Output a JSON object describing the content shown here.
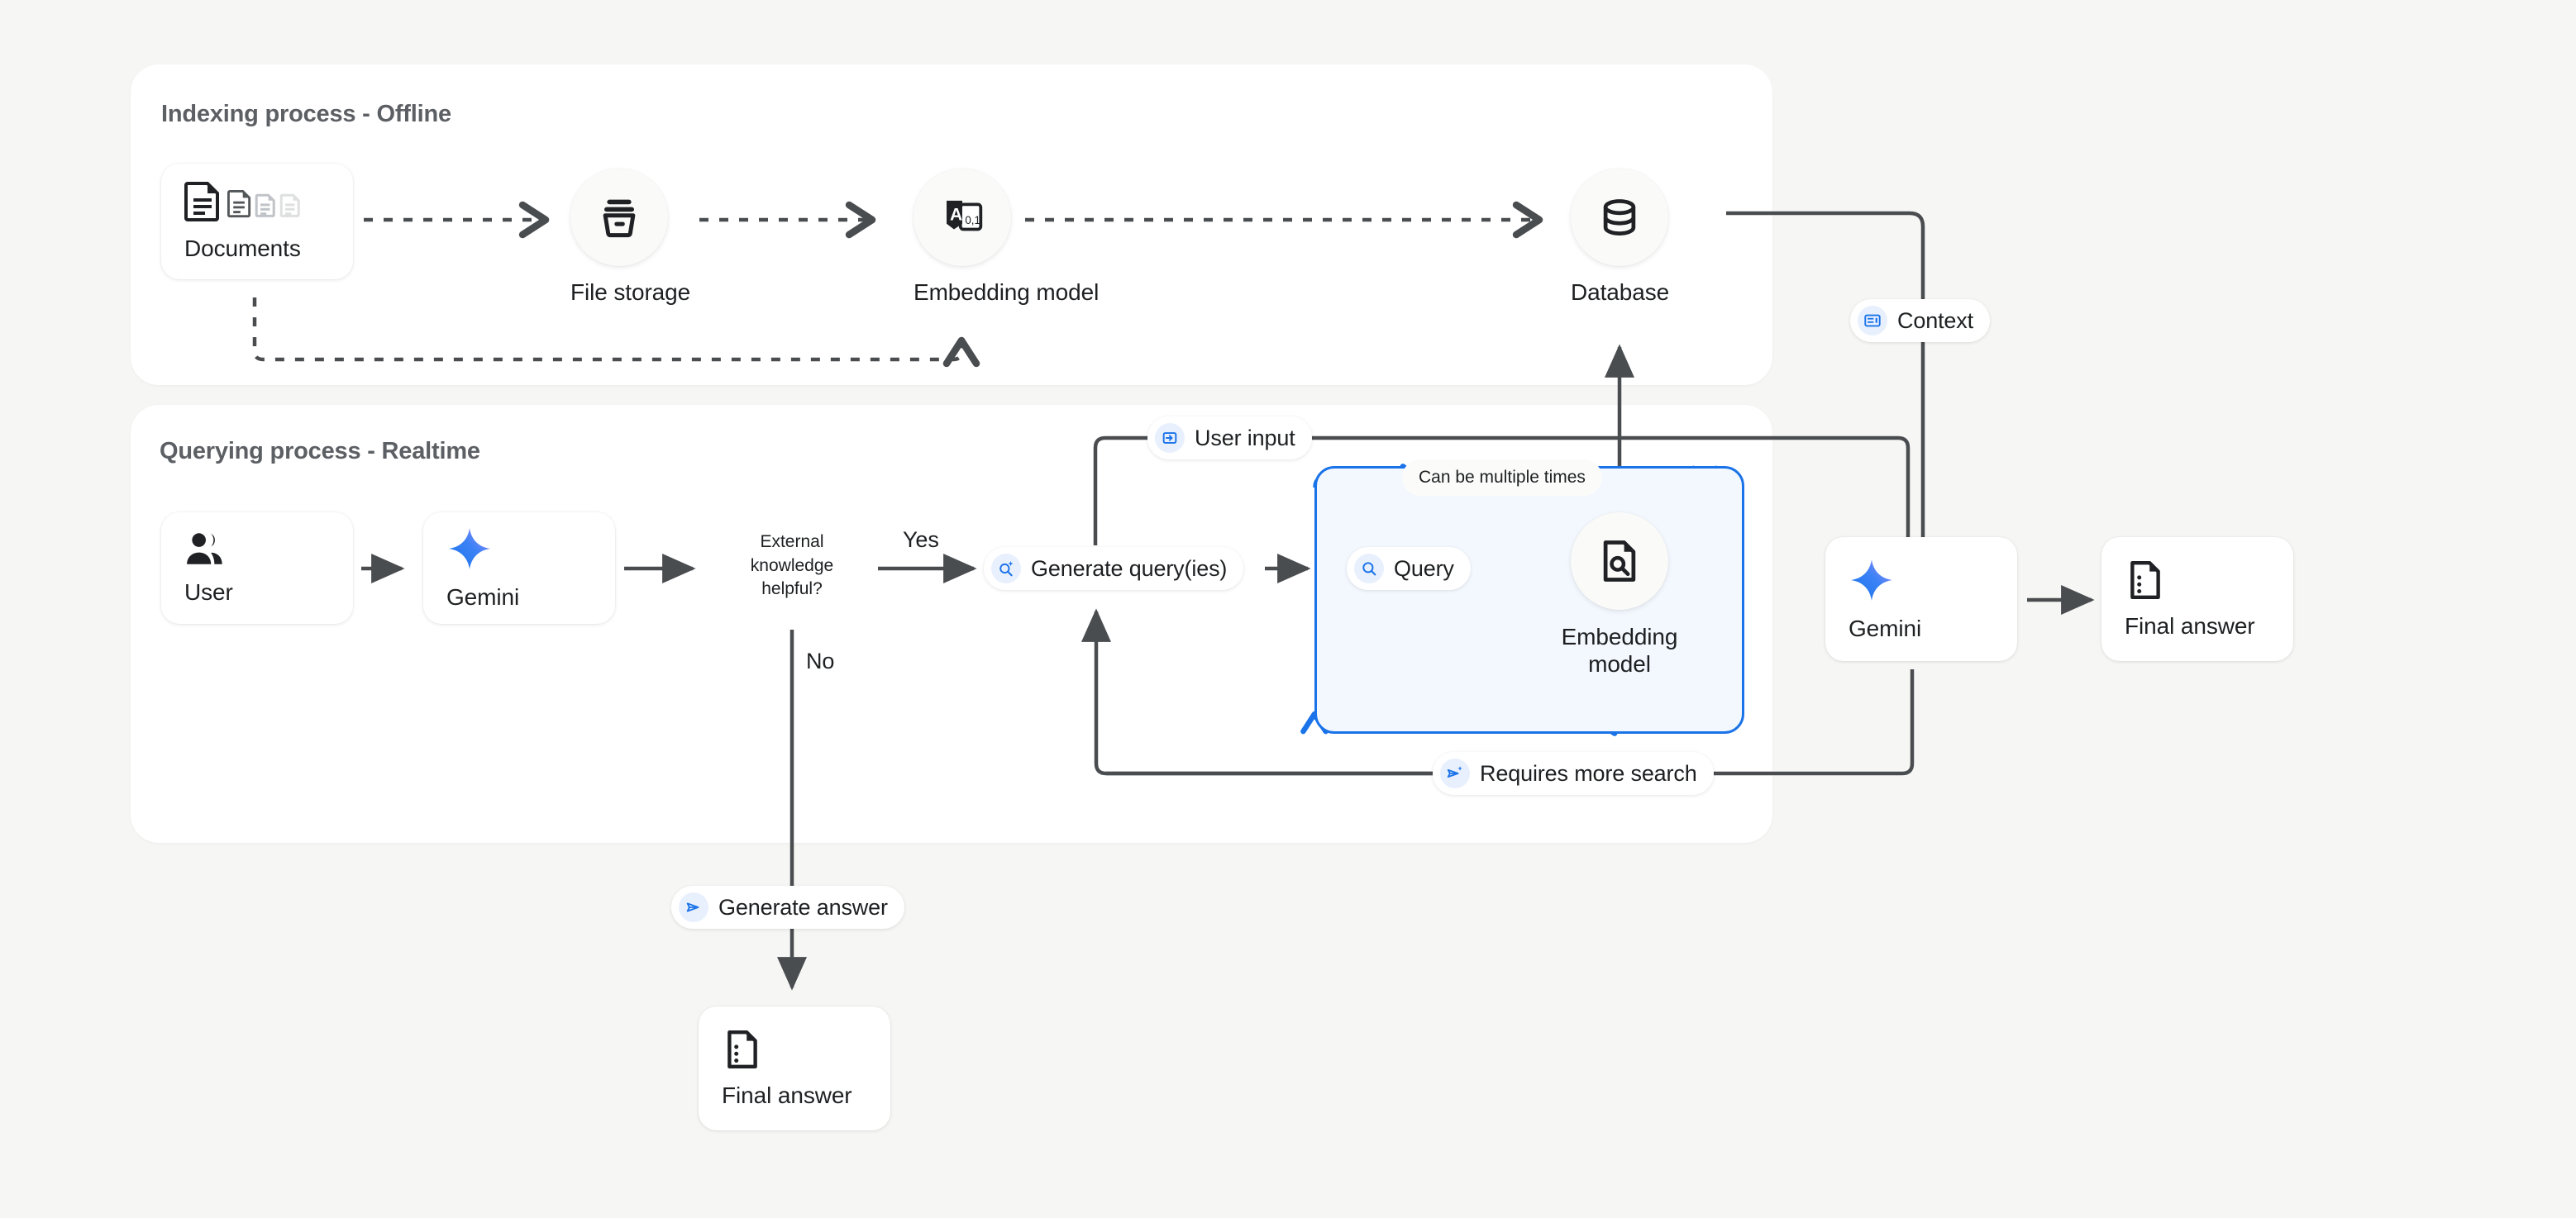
{
  "theme": {
    "background": "#f6f6f4",
    "panel": "#ffffff",
    "stroke": "#4a4d50",
    "accent_blue": "#1a73e8",
    "blue_fill": "#f3f8fe",
    "pill_icon_bg": "#e8f0fe",
    "gemini_gradient_from": "#1a73e8",
    "gemini_gradient_to": "#9b72f2",
    "text": "#1d1f21",
    "title_text": "#5c5f63"
  },
  "panels": {
    "indexing": {
      "title": "Indexing process - Offline"
    },
    "querying": {
      "title": "Querying process - Realtime"
    }
  },
  "indexing_nodes": {
    "documents": {
      "label": "Documents",
      "icon": "documents-stack-icon"
    },
    "file_storage": {
      "label": "File storage",
      "icon": "archive-box-icon"
    },
    "embedding_model": {
      "label": "Embedding model",
      "icon": "text-to-vector-icon",
      "icon_text": "A",
      "icon_sub": "0,1"
    },
    "database": {
      "label": "Database",
      "icon": "database-cylinder-icon"
    }
  },
  "querying_nodes": {
    "user": {
      "label": "User",
      "icon": "users-icon"
    },
    "gemini_left": {
      "label": "Gemini",
      "icon": "gemini-sparkle-icon"
    },
    "decision": {
      "line1": "External",
      "line2": "knowledge",
      "line3": "helpful?"
    },
    "query": {
      "label": "Query",
      "icon": "search-icon"
    },
    "embedding_model_query": {
      "line1": "Embedding",
      "line2": "model",
      "icon": "document-search-icon"
    },
    "gemini_right": {
      "label": "Gemini",
      "icon": "gemini-sparkle-icon"
    },
    "final_answer_right": {
      "label": "Final answer",
      "icon": "answer-document-icon"
    },
    "final_answer_bottom": {
      "label": "Final answer",
      "icon": "answer-document-icon"
    }
  },
  "pills": {
    "context": {
      "label": "Context",
      "icon": "context-panel-icon"
    },
    "user_input": {
      "label": "User input",
      "icon": "login-arrow-icon"
    },
    "generate_queries": {
      "label": "Generate query(ies)",
      "icon": "search-sparkle-icon"
    },
    "query": {
      "label": "Query",
      "icon": "search-icon"
    },
    "requires_more_search": {
      "label": "Requires more search",
      "icon": "send-sparkle-icon"
    },
    "generate_answer": {
      "label": "Generate answer",
      "icon": "send-icon"
    },
    "can_be_multiple_times": {
      "label": "Can be multiple times"
    }
  },
  "edge_labels": {
    "yes": "Yes",
    "no": "No"
  }
}
